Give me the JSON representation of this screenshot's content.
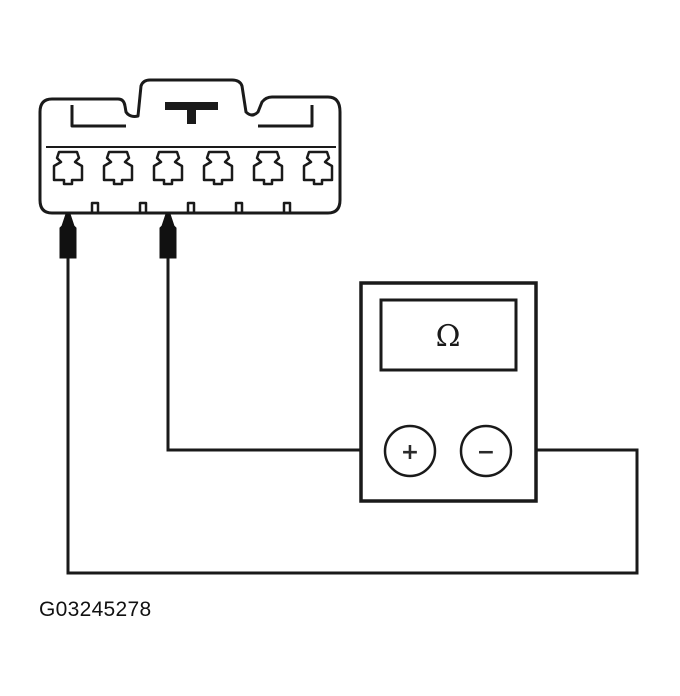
{
  "diagram": {
    "figure_code": "G03245278",
    "connector": {
      "terminal_count": 6
    },
    "meter": {
      "display_symbol": "Ω",
      "positive_jack": "+",
      "negative_jack": "−"
    },
    "probes": [
      {
        "name": "probe-1",
        "terminal": 1,
        "meter_jack": "negative"
      },
      {
        "name": "probe-2",
        "terminal": 3,
        "meter_jack": "positive"
      }
    ]
  }
}
